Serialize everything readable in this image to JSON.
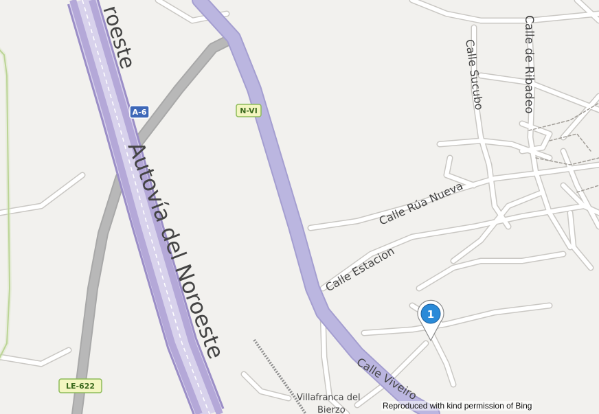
{
  "map": {
    "colors": {
      "land": "#f2f1ee",
      "road_minor": "#ffffff",
      "road_outline": "#c9c7c3",
      "highway": "#b4a8d8",
      "highway_outline": "#9b8ec7",
      "national_road": "#bbb6e0",
      "regional_road": "#b2b2b2",
      "panel_border": "#a9c97a",
      "rail": "#8e8e8e"
    },
    "labels": {
      "autovia_top": "roeste",
      "autovia_main": "Autovía del Noroeste",
      "calle_sucubo": "Calle Sucubo",
      "calle_ribadeo": "Calle de Ribadeo",
      "calle_rua_nueva": "Calle Rúa Nueva",
      "calle_estacion": "Calle Estacion",
      "calle_viveiro": "Calle Viveiro",
      "villafranca": "Villafranca del",
      "bierzo": "Bierzo"
    },
    "shields": {
      "a6": "A-6",
      "nvi": "N-VI",
      "le622": "LE-622"
    },
    "marker": {
      "number": "1",
      "color": "#2a8ad8"
    },
    "attribution": "Reproduced with kind permission of Bing"
  }
}
